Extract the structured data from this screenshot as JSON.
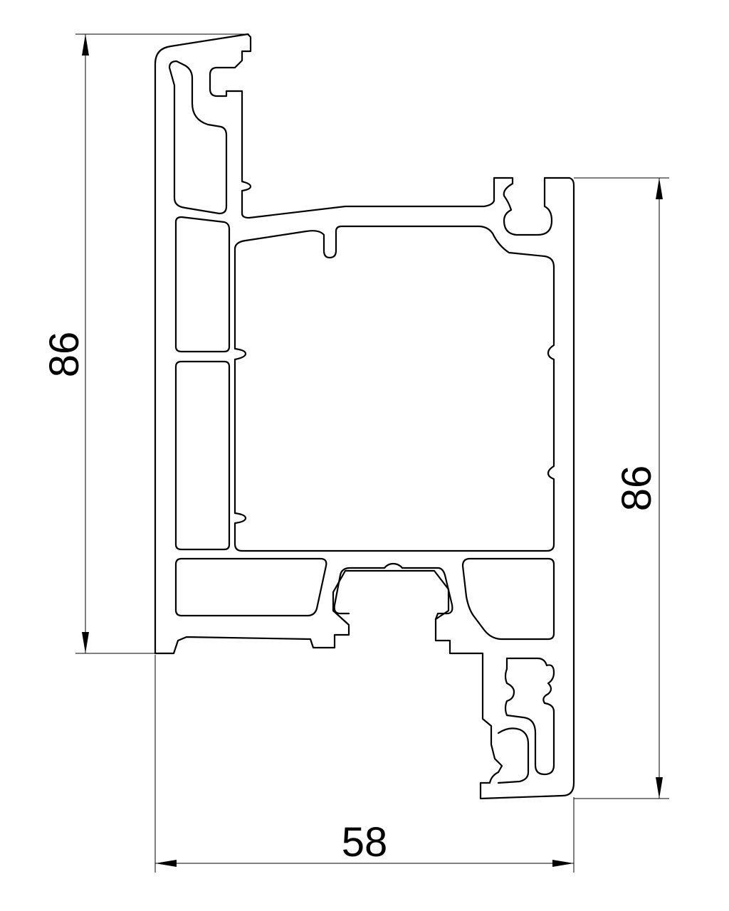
{
  "dimensions": {
    "left_height": "86",
    "right_height": "86",
    "bottom_width": "58"
  }
}
